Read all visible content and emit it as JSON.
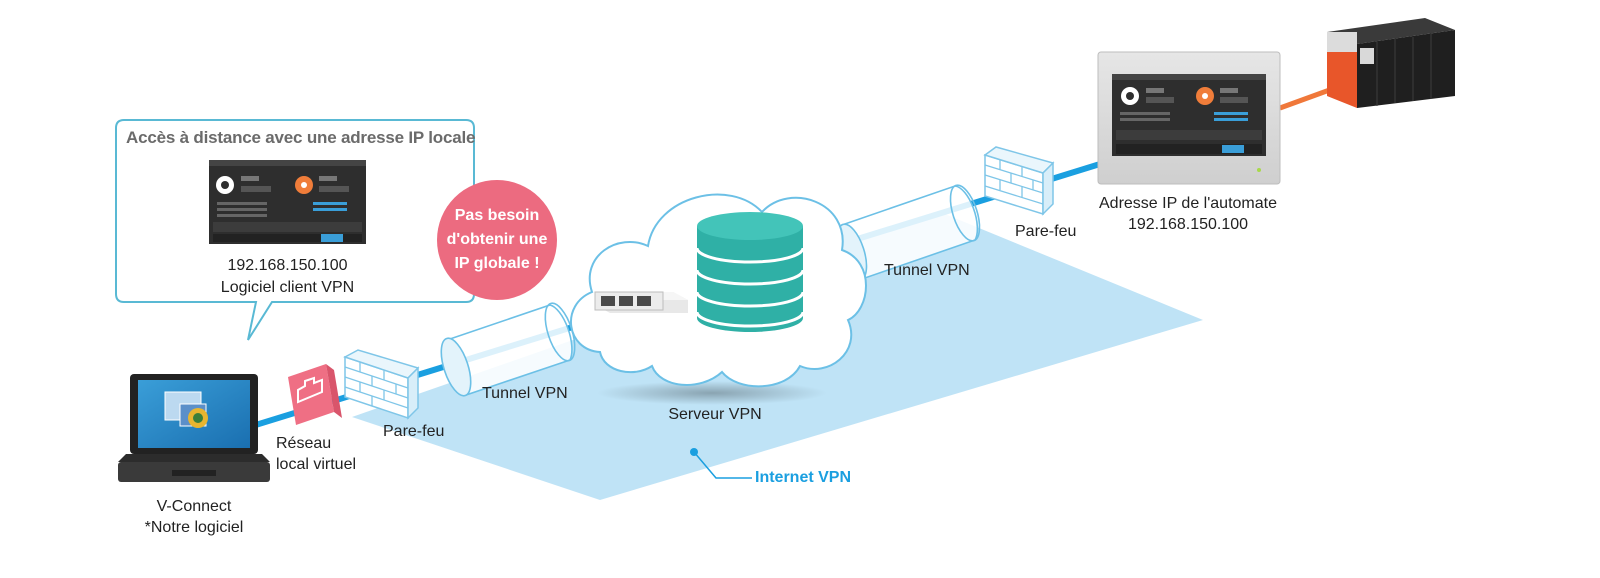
{
  "callout": {
    "title": "Accès à distance avec une adresse IP locale",
    "ip": "192.168.150.100",
    "client": "Logiciel client VPN"
  },
  "badge": {
    "lines": [
      "Pas besoin",
      "d'obtenir une",
      "IP globale !"
    ]
  },
  "labels": {
    "vconnect": "V-Connect",
    "vconnect_note": "*Notre logiciel",
    "vlan_line1": "Réseau",
    "vlan_line2": "local virtuel",
    "firewall_left": "Pare-feu",
    "tunnel_left": "Tunnel VPN",
    "vpn_server": "Serveur VPN",
    "tunnel_right": "Tunnel VPN",
    "firewall_right": "Pare-feu",
    "plc_title": "Adresse IP de l'automate",
    "plc_ip": "192.168.150.100",
    "internet_vpn": "Internet VPN"
  },
  "colors": {
    "link": "#1a9fe0",
    "plane": "#bfe3f6",
    "badge": "#ec6b80",
    "database": "#2fb0a6",
    "callout_border": "#59b9d4",
    "plc_link": "#f0783a"
  },
  "icons": {
    "laptop": "laptop-icon",
    "vlan": "network-port-icon",
    "firewall": "firewall-icon",
    "server": "database-icon",
    "switch": "network-switch-icon",
    "hmi": "hmi-panel-icon",
    "plc": "plc-icon"
  }
}
